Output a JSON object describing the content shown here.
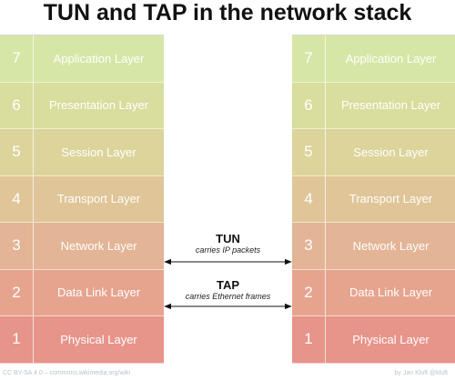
{
  "title": "TUN and TAP in the network stack",
  "layers": [
    {
      "number": "7",
      "name": "Application Layer",
      "color": "#d6e6a6"
    },
    {
      "number": "6",
      "name": "Presentation Layer",
      "color": "#d9dd9d"
    },
    {
      "number": "5",
      "name": "Session Layer",
      "color": "#dcd49b"
    },
    {
      "number": "4",
      "name": "Transport Layer",
      "color": "#dfc598"
    },
    {
      "number": "3",
      "name": "Network Layer",
      "color": "#e3b495"
    },
    {
      "number": "2",
      "name": "Data Link Layer",
      "color": "#e6a48f"
    },
    {
      "number": "1",
      "name": "Physical Layer",
      "color": "#e7948a"
    }
  ],
  "connections": {
    "tun": {
      "title": "TUN",
      "subtitle": "carries IP packets"
    },
    "tap": {
      "title": "TAP",
      "subtitle": "carries Ethernet frames"
    }
  },
  "footer": {
    "license": "CC BY-SA 4.0 – commons.wikimedia.org/wiki",
    "author": "by Jan Kluft @kluft"
  }
}
